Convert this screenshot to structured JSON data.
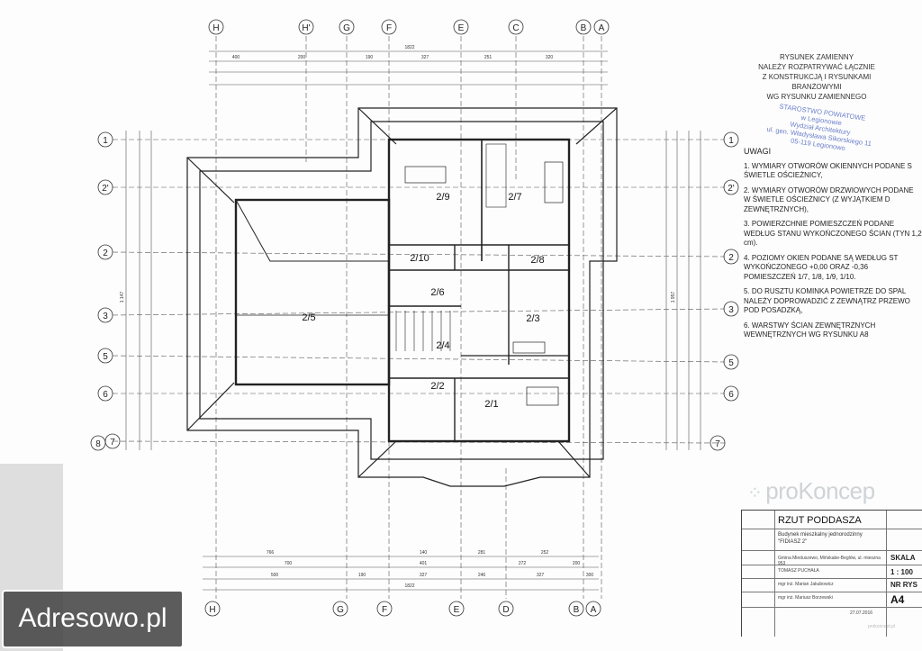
{
  "grid": {
    "top": [
      "H",
      "H'",
      "G",
      "F",
      "E",
      "C",
      "B",
      "A"
    ],
    "bottom": [
      "H",
      "G",
      "F",
      "E",
      "D",
      "B",
      "A"
    ],
    "left": [
      "1",
      "2'",
      "2",
      "3",
      "5",
      "6",
      "7",
      "8"
    ],
    "right": [
      "1",
      "2'",
      "2",
      "3",
      "5",
      "6",
      "7"
    ]
  },
  "rooms": [
    "2/9",
    "2/7",
    "2/10",
    "2/8",
    "2/6",
    "2/5",
    "2/3",
    "2/4",
    "2/2",
    "2/1"
  ],
  "dims": {
    "top_total": "1822",
    "top_row1": [
      "400",
      "200",
      "190",
      "327",
      "251",
      "320"
    ],
    "bottom_total": "1822",
    "bottom_row1": [
      "766",
      "140",
      "281",
      "252"
    ],
    "bottom_row2": [
      "700",
      "401",
      "272",
      "200"
    ],
    "bottom_row3": [
      "500",
      "190",
      "327",
      "246",
      "327",
      "300"
    ],
    "left_total": "1 147",
    "right_total": "1 957"
  },
  "note_head": [
    "RYSUNEK ZAMIENNY",
    "NALEŻY ROZPATRYWAĆ ŁĄCZNIE",
    "Z KONSTRUKCJĄ I RYSUNKAMI BRANŻOWYMI",
    "WG RYSUNKU ZAMIENNEGO"
  ],
  "stamp": [
    "STAROSTWO POWIATOWE",
    "w Legionowie",
    "Wydział Architektury",
    "ul. gen. Władysława Sikorskiego 11",
    "05-119 Legionowo"
  ],
  "notes": {
    "title": "UWAGI",
    "items": [
      "1. WYMIARY OTWORÓW OKIENNYCH PODANE S ŚWIETLE OŚCIEŻNICY,",
      "2. WYMIARY OTWORÓW DRZWIOWYCH PODANE W ŚWIETLE OŚCIEŻNICY (Z WYJĄTKIEM D ZEWNĘTRZNYCH),",
      "3. POWIERZCHNIE POMIESZCZEŃ PODANE WEDŁUG STANU WYKOŃCZONEGO ŚCIAN (TYN 1,2 cm).",
      "4. POZIOMY OKIEN PODANE SĄ WEDŁUG ST WYKOŃCZONEGO +0,00 ORAZ -0,36 POMIESZCZEŃ 1/7, 1/8, 1/9, 1/10.",
      "5. DO RUSZTU KOMINKA POWIETRZE DO SPAL NALEŻY DOPROWADZIĆ Z ZEWNĄTRZ PRZEWO POD POSADZKĄ,",
      "6. WARSTWY ŚCIAN ZEWNĘTRZNYCH WEWNĘTRZNYCH WG RYSUNKU A8"
    ]
  },
  "logo": "proKoncep",
  "title_block": {
    "title": "RZUT PODDASZA",
    "subtitle_1": "Budynek mieszkalny jednorodzinny",
    "subtitle_2": "\"FIDIASZ 2\"",
    "scale_label": "SKALA",
    "scale_value": "1 : 100",
    "sheet_label": "NR RYS",
    "sheet_value": "A4",
    "investor": "Gmina Mieduszewo, Mińskabe-Beglów, ul. mieszna 953",
    "author": "TOMASZ PUCHAŁA",
    "designer": "mgr inż. Marian Jakubowicz",
    "checker": "mgr inż. Mariusz Borzewski",
    "date": "27.07.2016",
    "footer": "prokoncept.pl"
  },
  "watermark": "Adresowo.pl"
}
